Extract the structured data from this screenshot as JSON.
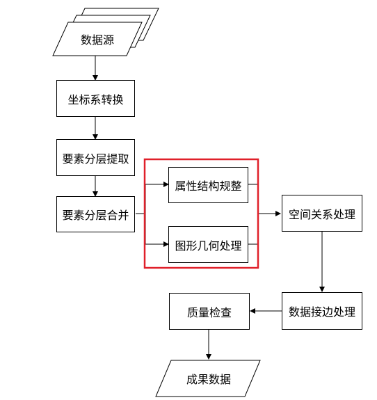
{
  "diagram": {
    "nodes": {
      "data_source": "数据源",
      "coord_transform": "坐标系转换",
      "layer_extract": "要素分层提取",
      "layer_merge": "要素分层合并",
      "attr_normalize": "属性结构规整",
      "geom_process": "图形几何处理",
      "spatial_relation": "空间关系处理",
      "edge_matching": "数据接边处理",
      "quality_check": "质量检查",
      "result_data": "成果数据"
    },
    "colors": {
      "line": "#000000",
      "highlight": "#e0202a"
    }
  }
}
